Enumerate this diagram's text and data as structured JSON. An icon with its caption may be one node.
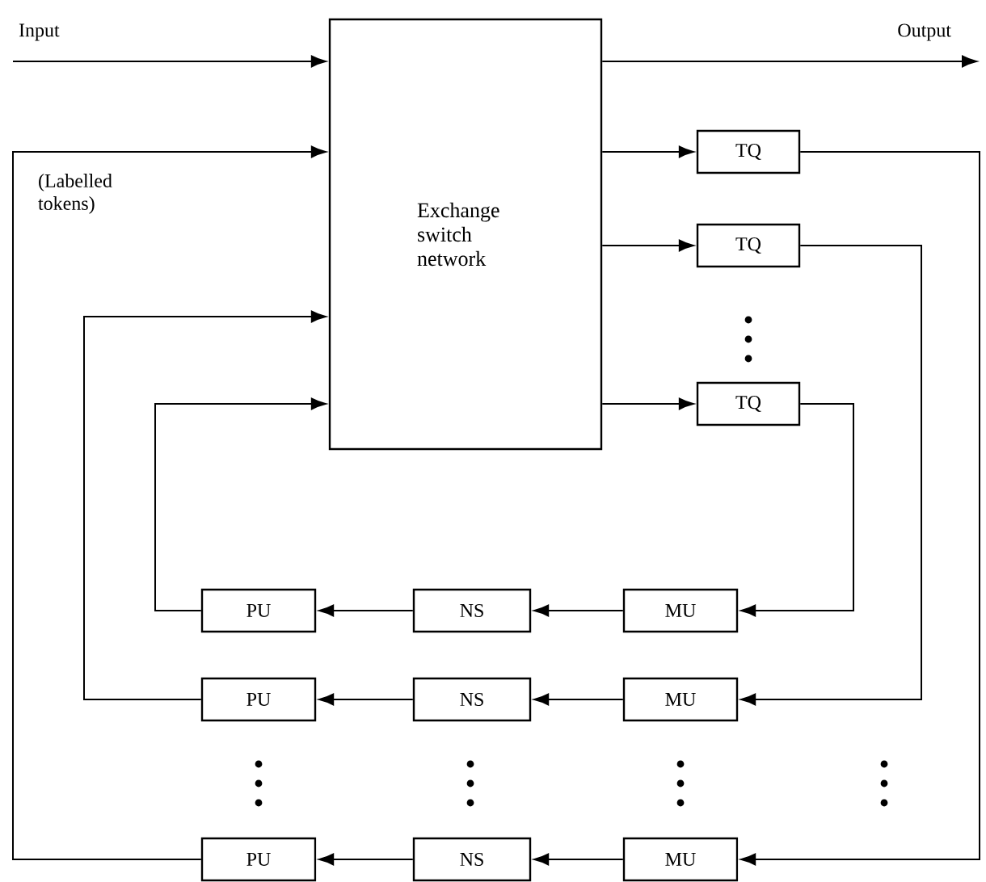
{
  "diagram": {
    "nodes": [
      {
        "text": [
          "Exchange switch network"
        ]
      },
      {
        "text": [
          "TQ"
        ]
      },
      {
        "text": [
          "TQ"
        ]
      },
      {
        "text": [
          "TQ"
        ]
      },
      {
        "text": [
          "PU"
        ]
      },
      {
        "text": [
          "NS"
        ]
      },
      {
        "text": [
          "MU"
        ]
      },
      {
        "text": [
          "PU"
        ]
      },
      {
        "text": [
          "NS"
        ]
      },
      {
        "text": [
          "MU"
        ]
      },
      {
        "text": [
          "PU"
        ]
      },
      {
        "text": [
          "NS"
        ]
      },
      {
        "text": [
          "MU"
        ]
      }
    ],
    "edges": [
      {
        "from": null,
        "to": 0,
        "arrow": "to",
        "label": "Input"
      },
      {
        "from": 0,
        "to": null,
        "arrow": "to",
        "label": "Output"
      },
      {
        "from": 0,
        "to": 1,
        "arrow": "to"
      },
      {
        "from": 0,
        "to": 2,
        "arrow": "to"
      },
      {
        "from": 0,
        "to": 3,
        "arrow": "to"
      },
      {
        "from": 1,
        "to": 12,
        "arrow": "to"
      },
      {
        "from": 2,
        "to": 9,
        "arrow": "to"
      },
      {
        "from": 3,
        "to": 6,
        "arrow": "to"
      },
      {
        "from": 6,
        "to": 5,
        "arrow": "to"
      },
      {
        "from": 5,
        "to": 4,
        "arrow": "to"
      },
      {
        "from": 9,
        "to": 8,
        "arrow": "to"
      },
      {
        "from": 8,
        "to": 7,
        "arrow": "to"
      },
      {
        "from": 12,
        "to": 11,
        "arrow": "to"
      },
      {
        "from": 11,
        "to": 10,
        "arrow": "to"
      },
      {
        "from": 4,
        "to": 0,
        "arrow": "to"
      },
      {
        "from": 7,
        "to": 0,
        "arrow": "to"
      },
      {
        "from": 10,
        "to": 0,
        "arrow": "to",
        "label": "(Labelled tokens)"
      }
    ]
  }
}
